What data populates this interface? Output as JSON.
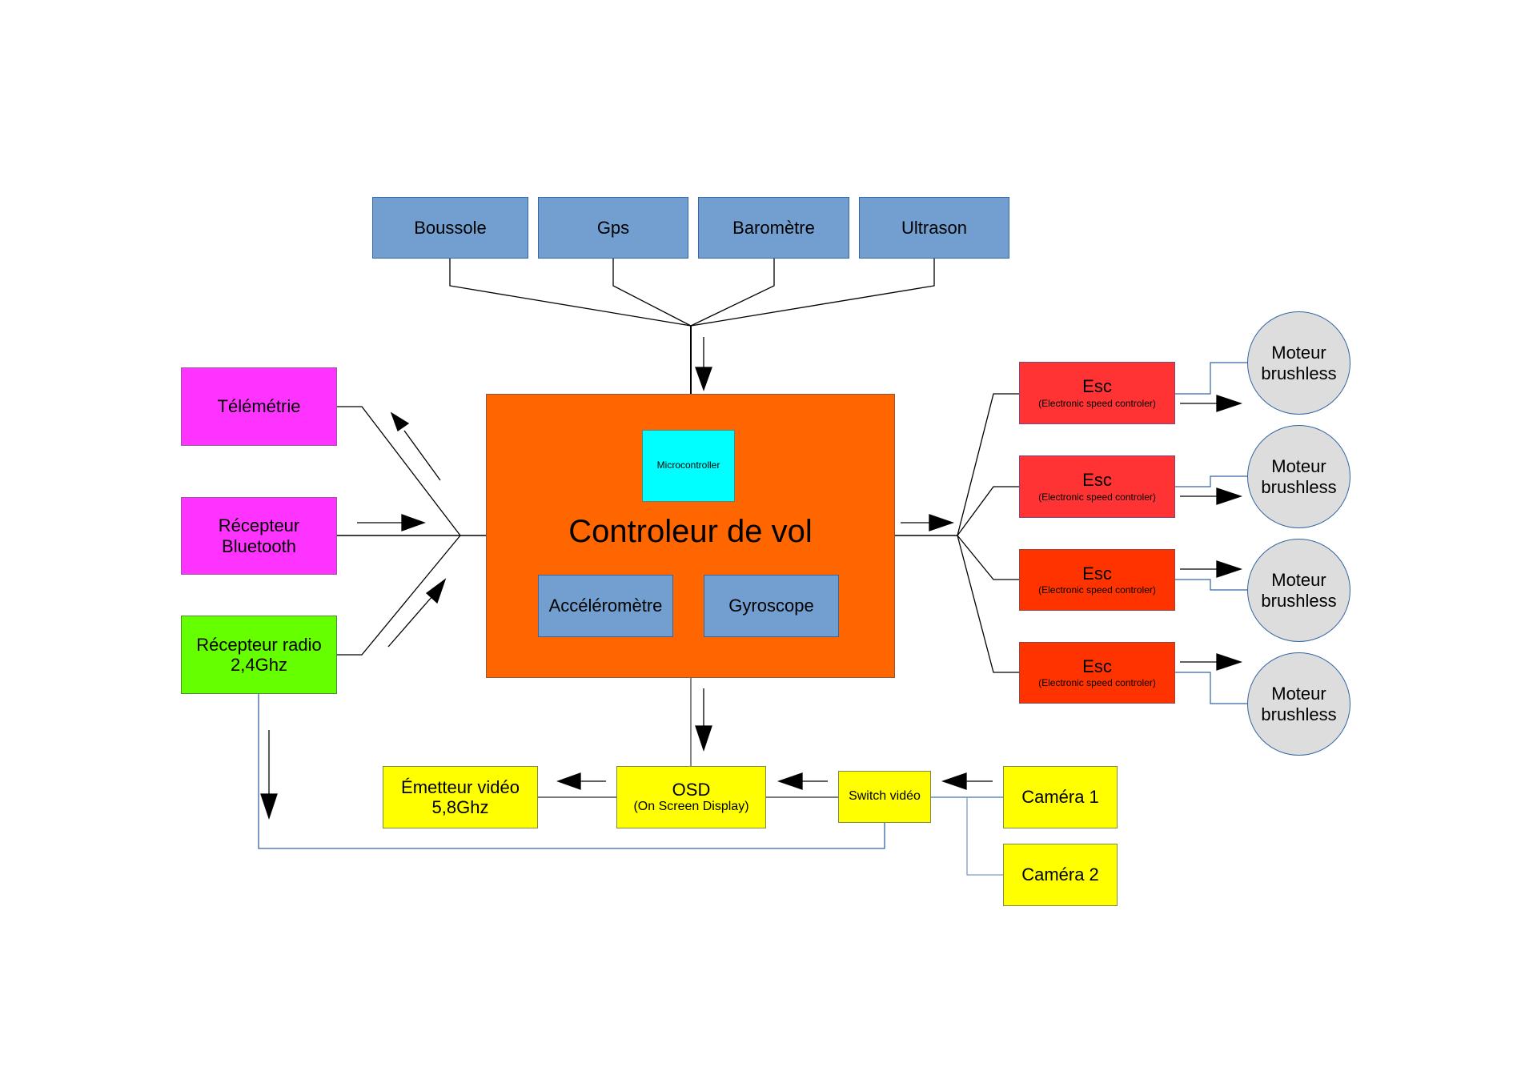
{
  "diagram": {
    "title": "Controleur de vol",
    "colors": {
      "sensor": "#729fcf",
      "controller": "#ff6600",
      "microcontroller": "#00ffff",
      "telemetry": "#ff33ff",
      "radio": "#66ff00",
      "video": "#ffff00",
      "esc_upper": "#ff3333",
      "esc_lower": "#ff3300",
      "motor": "#dddddd",
      "link_blue": "#3465a4",
      "link_black": "#000000"
    },
    "top_sensors": [
      {
        "id": "boussole",
        "label": "Boussole"
      },
      {
        "id": "gps",
        "label": "Gps"
      },
      {
        "id": "barometre",
        "label": "Baromètre"
      },
      {
        "id": "ultrason",
        "label": "Ultrason"
      }
    ],
    "controller": {
      "label": "Controleur de vol",
      "microcontroller": "Microcontroller",
      "internal_sensors": [
        {
          "id": "accelerometre",
          "label": "Accéléromètre"
        },
        {
          "id": "gyroscope",
          "label": "Gyroscope"
        }
      ]
    },
    "left_modules": [
      {
        "id": "telemetrie",
        "label": "Télémétrie",
        "direction": "out"
      },
      {
        "id": "bluetooth",
        "label_line1": "Récepteur",
        "label_line2": "Bluetooth",
        "direction": "in"
      },
      {
        "id": "radio",
        "label_line1": "Récepteur radio",
        "label_line2": "2,4Ghz",
        "direction": "in"
      }
    ],
    "escs": [
      {
        "title": "Esc",
        "subtitle": "(Electronic speed controler)"
      },
      {
        "title": "Esc",
        "subtitle": "(Electronic speed controler)"
      },
      {
        "title": "Esc",
        "subtitle": "(Electronic speed controler)"
      },
      {
        "title": "Esc",
        "subtitle": "(Electronic speed controler)"
      }
    ],
    "motors": [
      {
        "line1": "Moteur",
        "line2": "brushless"
      },
      {
        "line1": "Moteur",
        "line2": "brushless"
      },
      {
        "line1": "Moteur",
        "line2": "brushless"
      },
      {
        "line1": "Moteur",
        "line2": "brushless"
      }
    ],
    "video_chain": {
      "emitter": {
        "line1": "Émetteur vidéo",
        "line2": "5,8Ghz"
      },
      "osd": {
        "line1": "OSD",
        "line2": "(On Screen Display)"
      },
      "switch": {
        "label": "Switch vidéo"
      },
      "camera1": {
        "label": "Caméra 1"
      },
      "camera2": {
        "label": "Caméra 2"
      }
    }
  }
}
